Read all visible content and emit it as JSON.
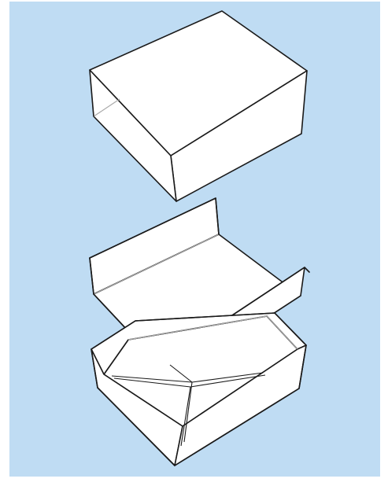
{
  "colors": {
    "panel_background": "#bfdcf3",
    "paper": "#ffffff",
    "outline": "#1a1a1a",
    "crease": "#a8a8a8"
  },
  "figures": [
    {
      "name": "closed-box-lid",
      "icon": "box-lid-illustration"
    },
    {
      "name": "folded-sleeve-insert",
      "icon": "sleeve-illustration"
    },
    {
      "name": "open-box-tray",
      "icon": "tray-illustration"
    }
  ]
}
